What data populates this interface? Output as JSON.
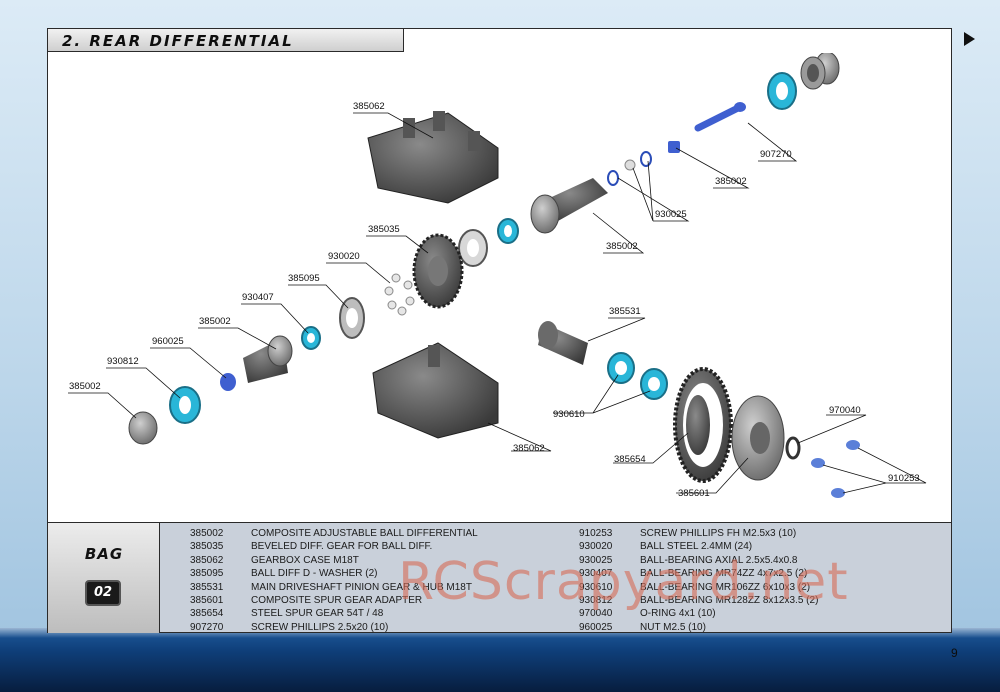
{
  "section_title": "2. REAR DIFFERENTIAL",
  "bag": {
    "label": "BAG",
    "number": "02"
  },
  "callouts": [
    "385062",
    "907270",
    "385002",
    "930025",
    "385002",
    "385035",
    "930020",
    "385095",
    "930407",
    "385002",
    "960025",
    "930812",
    "385002",
    "385531",
    "930610",
    "385062",
    "385654",
    "970040",
    "910253",
    "385601"
  ],
  "parts_left": [
    {
      "num": "385002",
      "desc": "COMPOSITE ADJUSTABLE BALL DIFFERENTIAL"
    },
    {
      "num": "385035",
      "desc": "BEVELED DIFF. GEAR FOR BALL DIFF."
    },
    {
      "num": "385062",
      "desc": "GEARBOX CASE M18T"
    },
    {
      "num": "385095",
      "desc": "BALL DIFF D - WASHER (2)"
    },
    {
      "num": "385531",
      "desc": "MAIN DRIVESHAFT PINION GEAR & HUB M18T"
    },
    {
      "num": "385601",
      "desc": "COMPOSITE SPUR GEAR ADAPTER"
    },
    {
      "num": "385654",
      "desc": "STEEL SPUR GEAR 54T / 48"
    },
    {
      "num": "907270",
      "desc": "SCREW PHILLIPS 2.5x20  (10)"
    }
  ],
  "parts_right": [
    {
      "num": "910253",
      "desc": "SCREW PHILLIPS FH M2.5x3  (10)"
    },
    {
      "num": "930020",
      "desc": "BALL STEEL 2.4MM  (24)"
    },
    {
      "num": "930025",
      "desc": "BALL-BEARING AXIAL 2.5x5.4x0.8"
    },
    {
      "num": "930407",
      "desc": "BALL-BEARING MR74ZZ 4x7x2.5  (2)"
    },
    {
      "num": "930610",
      "desc": "BALL-BEARING MR106ZZ 6x10x3 (2)"
    },
    {
      "num": "930812",
      "desc": "BALL-BEARING MR128ZZ 8x12x3.5 (2)"
    },
    {
      "num": "970040",
      "desc": "O-RING 4x1 (10)"
    },
    {
      "num": "960025",
      "desc": "NUT M2.5 (10)"
    }
  ],
  "watermark": "RCScrapyard.net",
  "page_number": "9",
  "colors": {
    "bearing_cyan": "#29b6d8",
    "part_gray": "#5a5a5a",
    "band_blue": "#0f3f7a"
  }
}
